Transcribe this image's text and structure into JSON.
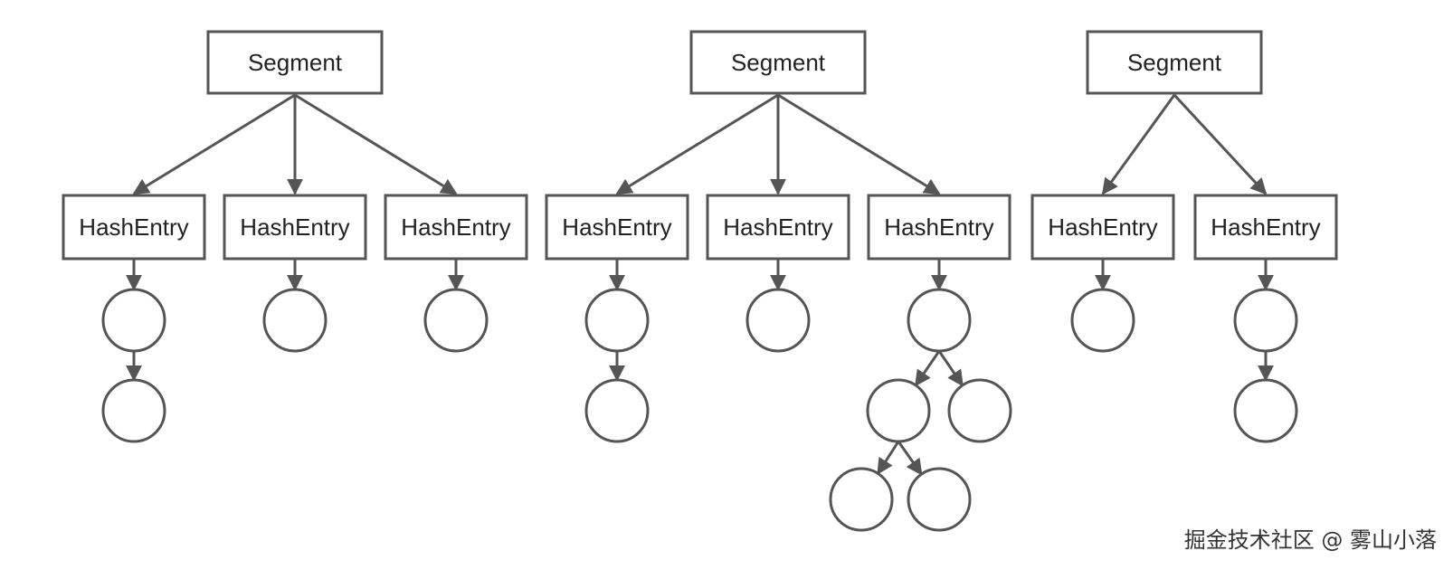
{
  "diagram": {
    "segments": [
      {
        "label": "Segment",
        "entries": [
          {
            "label": "HashEntry",
            "structure": "list2"
          },
          {
            "label": "HashEntry",
            "structure": "list1"
          },
          {
            "label": "HashEntry",
            "structure": "list1"
          }
        ]
      },
      {
        "label": "Segment",
        "entries": [
          {
            "label": "HashEntry",
            "structure": "list2"
          },
          {
            "label": "HashEntry",
            "structure": "list1"
          },
          {
            "label": "HashEntry",
            "structure": "tree"
          }
        ]
      },
      {
        "label": "Segment",
        "entries": [
          {
            "label": "HashEntry",
            "structure": "list1"
          },
          {
            "label": "HashEntry",
            "structure": "list2"
          }
        ]
      }
    ],
    "colors": {
      "stroke": "#555555",
      "background": "#ffffff"
    }
  },
  "watermark": "掘金技术社区 @ 雾山小落"
}
